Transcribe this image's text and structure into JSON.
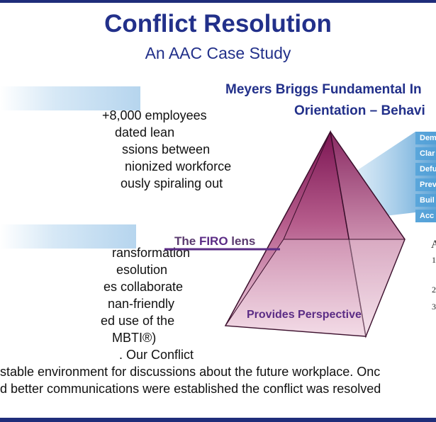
{
  "header": {
    "title": "Conflict Resolution",
    "subtitle": "An AAC Case Study"
  },
  "left_text": {
    "para1_lines": [
      "+8,000 employees",
      "dated lean",
      "ssions between",
      "nionized workforce",
      "ously spiraling out"
    ],
    "para2_lines": [
      "ransformation",
      "esolution",
      "es collaborate",
      "nan-friendly",
      "ed use of the",
      "MBTI®)",
      ". Our Conflict"
    ],
    "para3_lines": [
      "stable environment for discussions about the future workplace. Onc",
      "d better communications were established the conflict was resolved"
    ]
  },
  "diagram": {
    "title_line1": "Meyers Briggs Fundamental In",
    "title_line2": "Orientation – Behavi",
    "lens_label_prefix": "The ",
    "lens_label_accent": "FIRO",
    "lens_label_suffix": " lens",
    "perspective_label": "Provides Perspective",
    "tabs": [
      "Dem",
      "Clar",
      "Defu",
      "Prev",
      "Buil",
      "Acc"
    ],
    "side_fragments": [
      "A",
      "1",
      "2",
      "3"
    ]
  },
  "colors": {
    "heading_blue": "#22308a",
    "frame_blue": "#1f2d7a",
    "pyramid_magenta": "#8a1f5e",
    "lens_purple": "#5b2c85",
    "tab_blue": "#4f9bd3"
  }
}
